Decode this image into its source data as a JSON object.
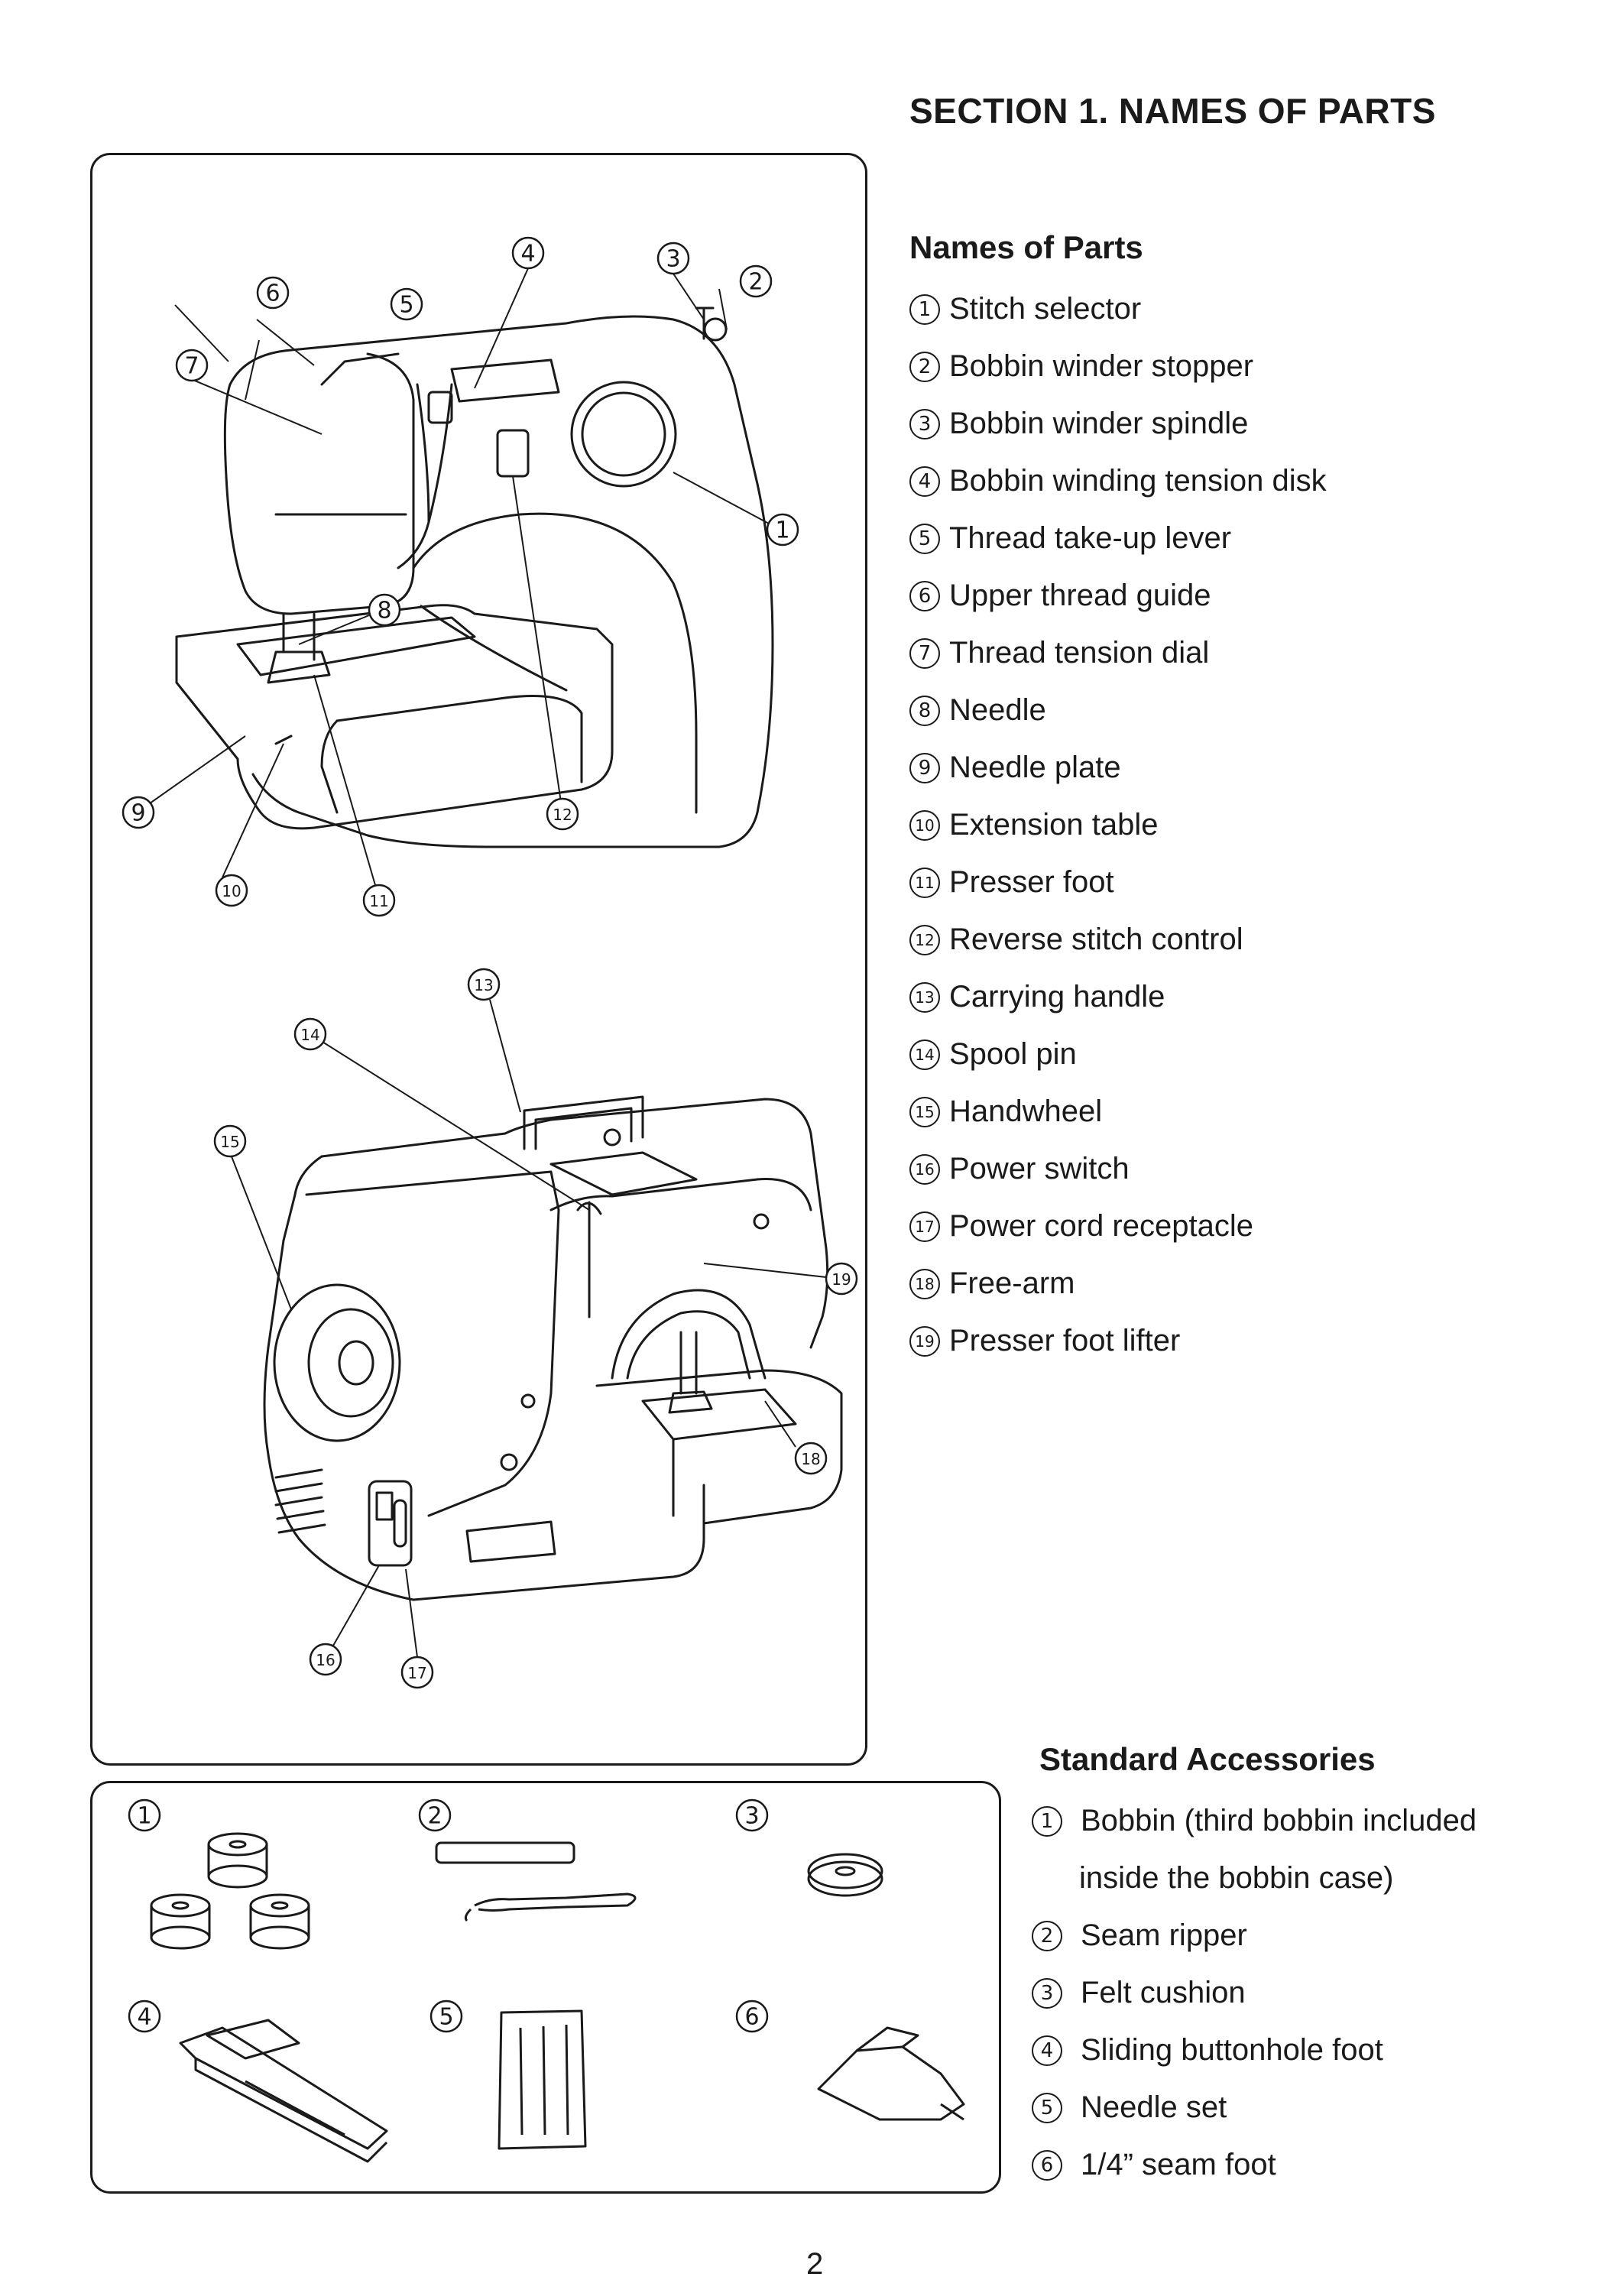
{
  "section_title": "SECTION 1. NAMES OF PARTS",
  "parts_heading": "Names of Parts",
  "parts": [
    {
      "num": "1",
      "label": "Stitch selector"
    },
    {
      "num": "2",
      "label": "Bobbin winder stopper"
    },
    {
      "num": "3",
      "label": "Bobbin winder spindle"
    },
    {
      "num": "4",
      "label": "Bobbin winding tension disk"
    },
    {
      "num": "5",
      "label": "Thread take-up lever"
    },
    {
      "num": "6",
      "label": "Upper thread guide"
    },
    {
      "num": "7",
      "label": "Thread tension dial"
    },
    {
      "num": "8",
      "label": "Needle"
    },
    {
      "num": "9",
      "label": "Needle plate"
    },
    {
      "num": "10",
      "label": "Extension table"
    },
    {
      "num": "11",
      "label": "Presser foot"
    },
    {
      "num": "12",
      "label": "Reverse stitch control"
    },
    {
      "num": "13",
      "label": "Carrying handle"
    },
    {
      "num": "14",
      "label": "Spool pin"
    },
    {
      "num": "15",
      "label": "Handwheel"
    },
    {
      "num": "16",
      "label": "Power switch"
    },
    {
      "num": "17",
      "label": "Power cord receptacle"
    },
    {
      "num": "18",
      "label": "Free-arm"
    },
    {
      "num": "19",
      "label": "Presser foot lifter"
    }
  ],
  "accessories_heading": "Standard Accessories",
  "accessories": [
    {
      "num": "1",
      "label": "Bobbin (third bobbin included",
      "cont": "inside the bobbin case)"
    },
    {
      "num": "2",
      "label": "Seam ripper"
    },
    {
      "num": "3",
      "label": "Felt cushion"
    },
    {
      "num": "4",
      "label": "Sliding buttonhole foot"
    },
    {
      "num": "5",
      "label": "Needle set"
    },
    {
      "num": "6",
      "label": "1/4” seam foot"
    }
  ],
  "page_number": "2"
}
